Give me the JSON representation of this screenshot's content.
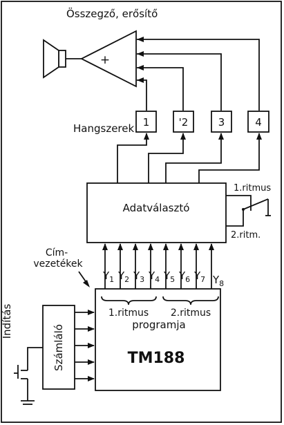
{
  "amplifier": {
    "title": "Összegző, erősítő",
    "sign": "+"
  },
  "instruments": {
    "label": "Hangszerek",
    "boxes": [
      "1",
      "'2",
      "3",
      "4"
    ]
  },
  "selector": {
    "label": "Adatválasztó",
    "rhythm1": "1.ritmus",
    "rhythm2": "2.ritm."
  },
  "address": {
    "line1": "Cím-",
    "line2": "vezetékek"
  },
  "outputs": [
    {
      "name": "Y",
      "sub": "1"
    },
    {
      "name": "Y",
      "sub": "2"
    },
    {
      "name": "Y",
      "sub": "3"
    },
    {
      "name": "Y",
      "sub": "4"
    },
    {
      "name": "Y",
      "sub": "5"
    },
    {
      "name": "Y",
      "sub": "6"
    },
    {
      "name": "Y",
      "sub": "7"
    },
    {
      "name": "Y",
      "sub": "8"
    }
  ],
  "rom": {
    "group1": "1.ritmus",
    "group2": "2.ritmus",
    "program": "programja",
    "name": "TM188"
  },
  "counter": {
    "label": "Számláló"
  },
  "start": {
    "label": "Indítás"
  }
}
